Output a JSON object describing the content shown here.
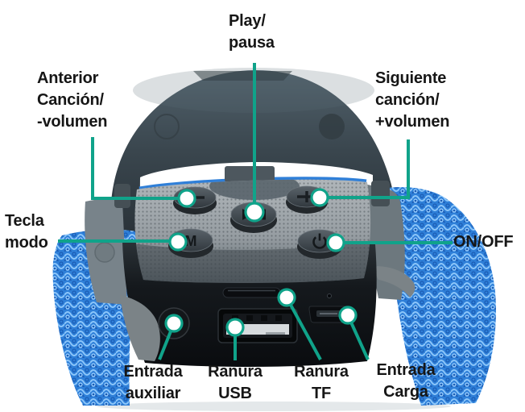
{
  "diagram": {
    "subject": "bluetooth-speaker-annotated-diagram",
    "colors": {
      "background": "#ffffff",
      "callout_accent": "#10a38a",
      "callout_text": "#161616",
      "fabric_blue": "#2e7fd8",
      "body_gray": "#79838a",
      "panel_gray": "#8d959b",
      "port_black": "#15191d"
    },
    "callouts": {
      "previous": "Anterior\nCanción/\n-volumen",
      "play_pause": "Play/\npausa",
      "next": "Siguiente\ncanción/\n+volumen",
      "mode": "Tecla\nmodo",
      "power": "ON/OFF",
      "aux": "Entrada\nauxiliar",
      "usb": "Ranura\nUSB",
      "tf": "Ranura\nTF",
      "charge": "Entrada\nCarga"
    },
    "device": {
      "buttons": [
        {
          "name": "previous-volume-down",
          "icon": "minus-icon",
          "glyph": "−"
        },
        {
          "name": "play-pause",
          "icon": "play-pause-icon",
          "glyph": "▶❙❙"
        },
        {
          "name": "next-volume-up",
          "icon": "plus-icon",
          "glyph": "+"
        },
        {
          "name": "mode",
          "icon": "letter-m-icon",
          "glyph": "M"
        },
        {
          "name": "power",
          "icon": "power-icon",
          "glyph": "⏻"
        }
      ],
      "ports": [
        {
          "name": "aux-input",
          "icon": "headphone-jack-icon"
        },
        {
          "name": "usb-slot",
          "icon": "usb-port-icon"
        },
        {
          "name": "tf-slot",
          "icon": "tf-card-slot-icon"
        },
        {
          "name": "charge-input",
          "icon": "micro-usb-icon"
        }
      ]
    }
  }
}
